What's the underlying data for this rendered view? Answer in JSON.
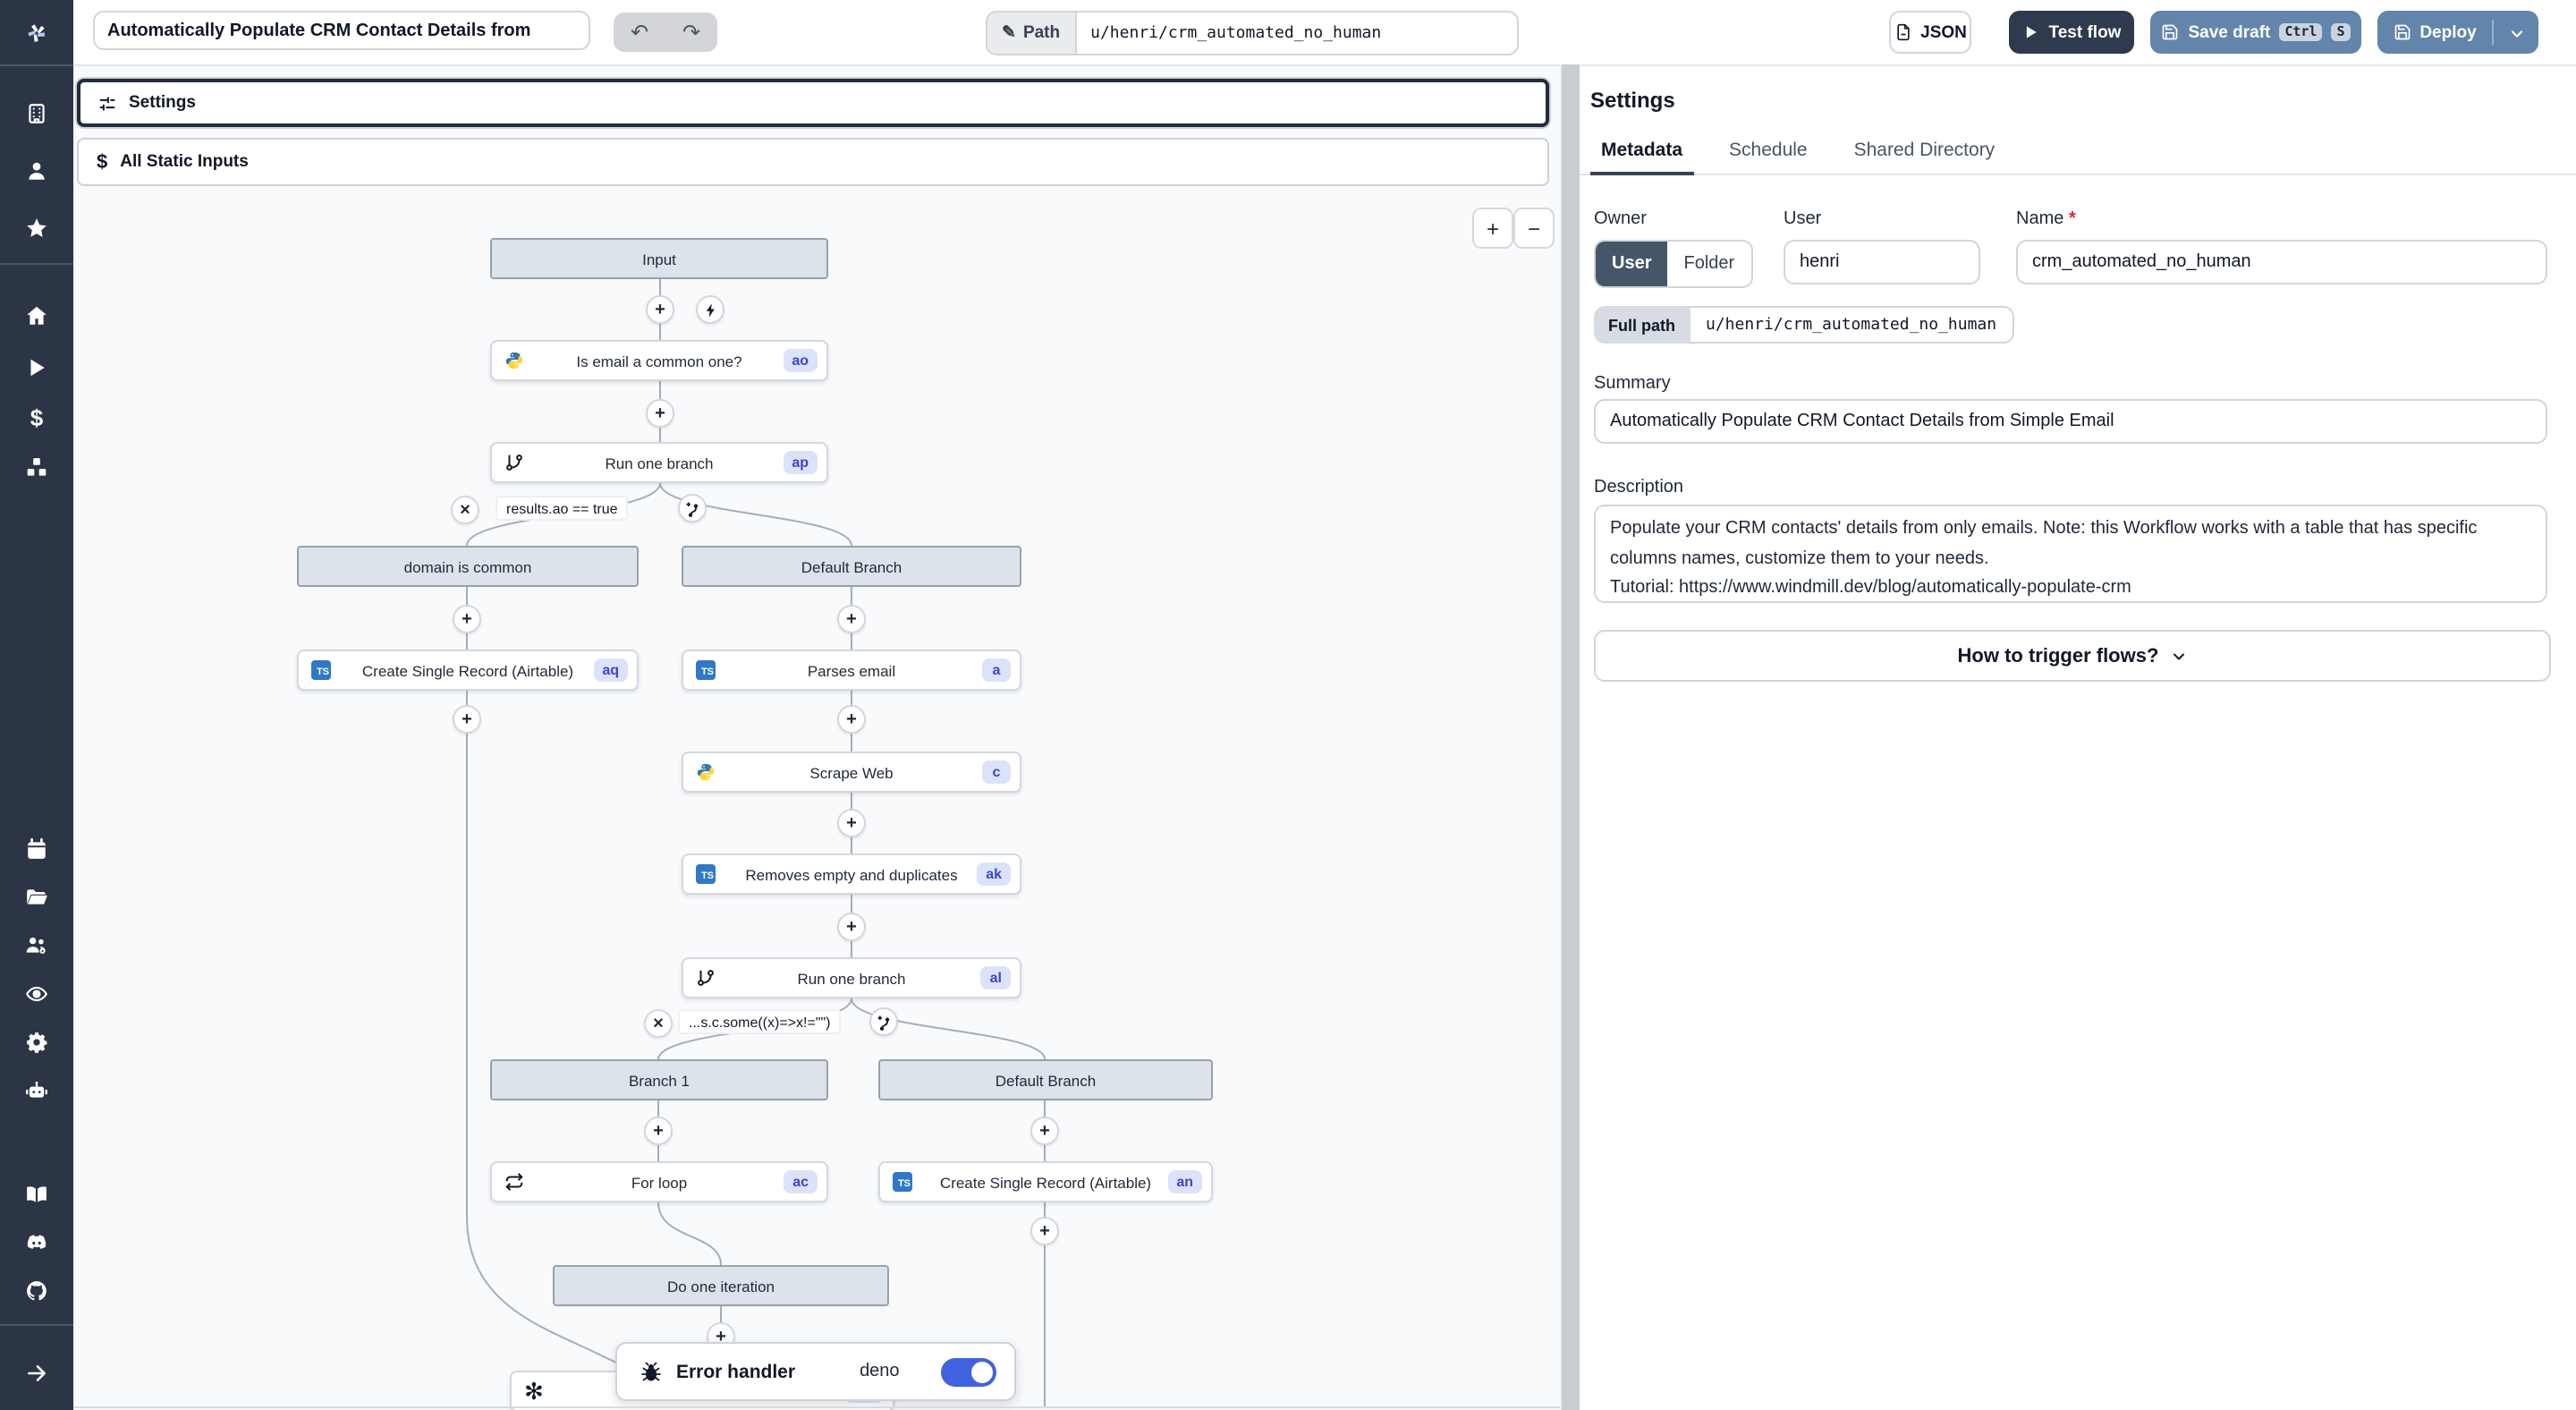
{
  "topbar": {
    "title_value": "Automatically Populate CRM Contact Details from",
    "path_label": "Path",
    "path_value": "u/henri/crm_automated_no_human",
    "json_button": "JSON",
    "test_flow_button": "Test flow",
    "save_draft_button": "Save draft",
    "kbd_ctrl": "Ctrl",
    "kbd_s": "S",
    "deploy_button": "Deploy"
  },
  "icons": {
    "undo": "↶",
    "redo": "↷",
    "pencil": "✎",
    "close": "×",
    "plus": "+",
    "dollar": "$",
    "openai": "✻"
  },
  "sidebar": {
    "icon_names": [
      "windmill-logo",
      "building",
      "user",
      "star",
      "home",
      "play",
      "dollar",
      "boxes",
      "calendar",
      "folder-open",
      "users-cog",
      "eye",
      "gear",
      "bot",
      "book-open",
      "discord",
      "github",
      "arrow-right"
    ]
  },
  "canvas": {
    "settings_box_label": "Settings",
    "static_inputs_label": "All Static Inputs",
    "zoom_in": "+",
    "zoom_out": "−",
    "conditions": [
      "results.ao == true",
      "...s.c.some((x)=>x!=\"\")"
    ],
    "nodes": {
      "input": {
        "label": "Input"
      },
      "ao": {
        "label": "Is email a common one?",
        "badge": "ao"
      },
      "ap": {
        "label": "Run one branch",
        "badge": "ap"
      },
      "branch_domain": {
        "label": "domain is common"
      },
      "branch_default_1": {
        "label": "Default Branch"
      },
      "aq": {
        "label": "Create Single Record (Airtable)",
        "badge": "aq"
      },
      "a": {
        "label": "Parses email",
        "badge": "a"
      },
      "c": {
        "label": "Scrape Web",
        "badge": "c"
      },
      "ak": {
        "label": "Removes empty and duplicates",
        "badge": "ak"
      },
      "al": {
        "label": "Run one branch",
        "badge": "al"
      },
      "branch_1": {
        "label": "Branch 1"
      },
      "branch_default_2": {
        "label": "Default Branch"
      },
      "ac": {
        "label": "For loop",
        "badge": "ac"
      },
      "an": {
        "label": "Create Single Record (Airtable)",
        "badge": "an"
      },
      "do_iteration": {
        "label": "Do one iteration"
      },
      "openai": {
        "badge": ""
      }
    },
    "error_handler": {
      "label": "Error handler",
      "language": "deno",
      "enabled": true
    }
  },
  "panel": {
    "title": "Settings",
    "tabs": [
      "Metadata",
      "Schedule",
      "Shared Directory"
    ],
    "active_tab": "Metadata",
    "owner_label": "Owner",
    "owner_options": [
      "User",
      "Folder"
    ],
    "owner_selected": "User",
    "user_label": "User",
    "user_value": "henri",
    "name_label": "Name",
    "name_required_mark": "*",
    "name_value": "crm_automated_no_human",
    "full_path_label": "Full path",
    "full_path_value": "u/henri/crm_automated_no_human",
    "summary_label": "Summary",
    "summary_value": "Automatically Populate CRM Contact Details from Simple Email",
    "description_label": "Description",
    "description_value": "Populate your CRM contacts' details from only emails. Note: this Workflow works with a table that has specific columns names, customize them to your needs.\nTutorial: https://www.windmill.dev/blog/automatically-populate-crm",
    "trigger_button": "How to trigger flows?"
  },
  "colors": {
    "sidebar_bg": "#2c3545",
    "canvas_bg": "#f8fafc",
    "accent_steel_blue": "#6385ab",
    "dark_button": "#2e3a4d",
    "badge_bg": "#dde2fb",
    "badge_text": "#3c45c8",
    "toggle_on": "#3f63e0",
    "node_header_bg": "#dde3ea",
    "typescript_blue": "#3178c6"
  }
}
